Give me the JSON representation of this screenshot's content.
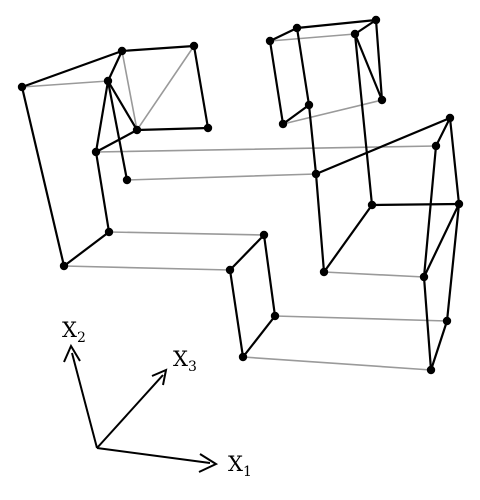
{
  "diagram": {
    "colors": {
      "edge_dark": "#000000",
      "edge_light": "#9a9a9a",
      "vertex": "#000000",
      "axis": "#000000"
    },
    "axes": {
      "x1": {
        "base": "X",
        "sub": "1"
      },
      "x2": {
        "base": "X",
        "sub": "2"
      },
      "x3": {
        "base": "X",
        "sub": "3"
      }
    }
  }
}
